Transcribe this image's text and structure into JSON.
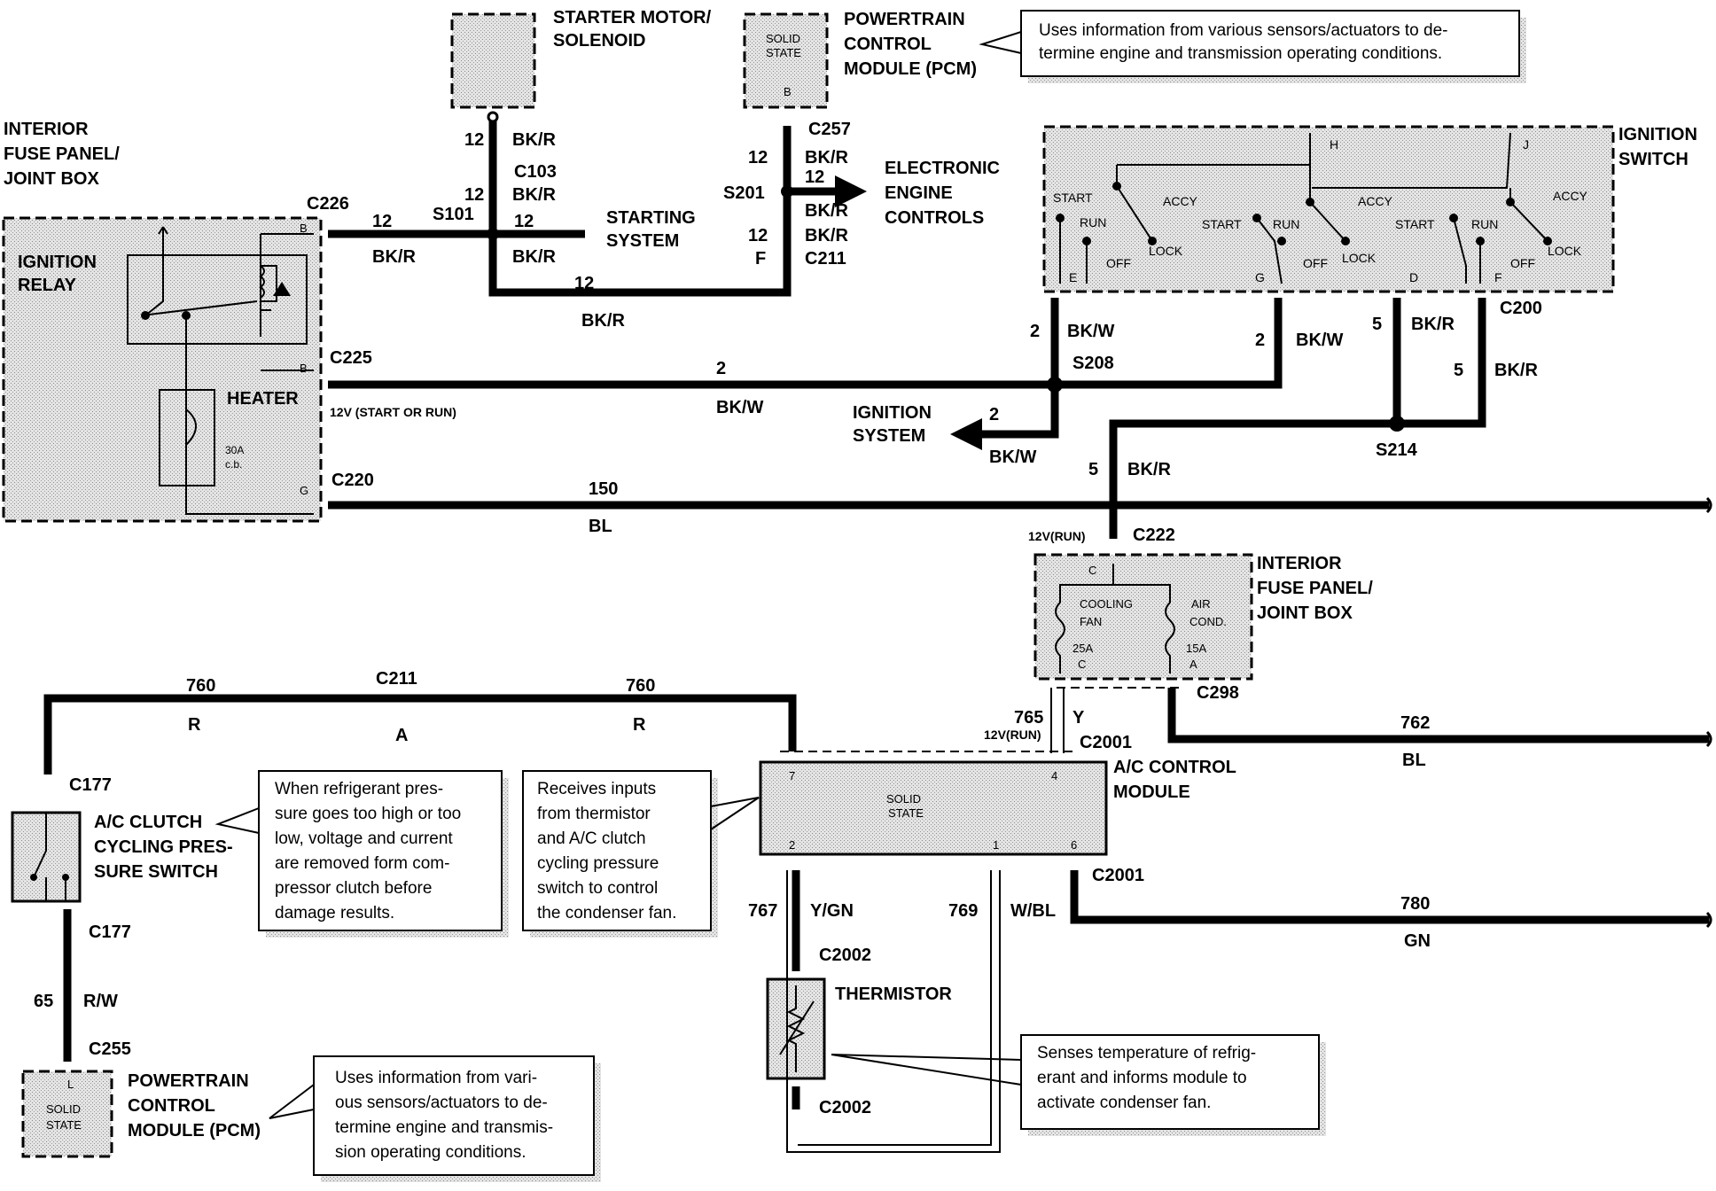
{
  "components": {
    "starter": [
      "STARTER MOTOR/",
      "SOLENOID"
    ],
    "pcm_top": [
      "POWERTRAIN",
      "CONTROL",
      "MODULE (PCM)"
    ],
    "pcm_top_inner": [
      "SOLID",
      "STATE",
      "B"
    ],
    "interior_fuse_top": [
      "INTERIOR",
      "FUSE PANEL/",
      "JOINT BOX"
    ],
    "ignition_relay": [
      "IGNITION",
      "RELAY"
    ],
    "heater": "HEATER",
    "cb_30a": [
      "30A",
      "c.b."
    ],
    "starting_system": [
      "STARTING",
      "SYSTEM"
    ],
    "electronic_engine": [
      "ELECTRONIC",
      "ENGINE",
      "CONTROLS"
    ],
    "ignition_switch": [
      "IGNITION",
      "SWITCH"
    ],
    "ignition_system": [
      "IGNITION",
      "SYSTEM"
    ],
    "interior_fuse_bottom": [
      "INTERIOR",
      "FUSE PANEL/",
      "JOINT BOX"
    ],
    "ac_control": [
      "A/C CONTROL",
      "MODULE"
    ],
    "ac_control_inner": [
      "SOLID",
      "STATE"
    ],
    "ac_clutch": [
      "A/C CLUTCH",
      "CYCLING PRES-",
      "SURE SWITCH"
    ],
    "thermistor": "THERMISTOR",
    "pcm_bottom": [
      "POWERTRAIN",
      "CONTROL",
      "MODULE (PCM)"
    ],
    "pcm_bottom_inner": [
      "L",
      "SOLID",
      "STATE"
    ],
    "fuse_cooling": [
      "COOLING",
      "FAN",
      "25A",
      "C"
    ],
    "fuse_ac": [
      "AIR",
      "COND.",
      "15A",
      "A"
    ],
    "fuse_c": "C"
  },
  "switch_labels": {
    "start": "START",
    "run": "RUN",
    "accy": "ACCY",
    "off": "OFF",
    "lock": "LOCK",
    "pins": [
      "H",
      "J",
      "E",
      "G",
      "D",
      "F"
    ]
  },
  "connectors": {
    "c226": "C226",
    "c225": "C225",
    "c220": "C220",
    "s101": "S101",
    "c103": "C103",
    "c257": "C257",
    "s201": "S201",
    "c211_top": "C211",
    "f": "F",
    "c200": "C200",
    "s208": "S208",
    "s214": "S214",
    "c222": "C222",
    "c298": "C298",
    "c2001_top": "C2001",
    "c2001_bot": "C2001",
    "c211_mid": "C211",
    "a": "A",
    "c177_top": "C177",
    "c177_bot": "C177",
    "c255": "C255",
    "c2002_top": "C2002",
    "c2002_bot": "C2002",
    "pin_b": "B",
    "pin_b2": "B",
    "pin_g": "G",
    "ac_pins": [
      "7",
      "4",
      "2",
      "1",
      "6"
    ]
  },
  "wires": {
    "w12": "12",
    "bkr": "BK/R",
    "w2": "2",
    "bkw": "BK/W",
    "w5": "5",
    "w150": "150",
    "bl": "BL",
    "w760": "760",
    "r": "R",
    "w765": "765",
    "y": "Y",
    "w762": "762",
    "w767": "767",
    "ygn": "Y/GN",
    "w769": "769",
    "wbl": "W/BL",
    "w780": "780",
    "gn": "GN",
    "w65": "65",
    "rw": "R/W",
    "v12_start_run": "12V (START OR RUN)",
    "v12_run": "12V(RUN)",
    "v12_run2": "12V(RUN)"
  },
  "notes": {
    "pcm_top": [
      "Uses information from various sensors/actuators to de-",
      "termine engine and transmission operating conditions."
    ],
    "ac_clutch": [
      "When refrigerant pres-",
      "sure goes too high or too",
      "low, voltage and current",
      "are removed form com-",
      "pressor clutch before",
      "damage results."
    ],
    "ac_control": [
      "Receives inputs",
      "from thermistor",
      "and A/C clutch",
      "cycling pressure",
      "switch to control",
      "the condenser fan."
    ],
    "thermistor": [
      "Senses temperature of refrig-",
      "erant and informs module to",
      "activate condenser fan."
    ],
    "pcm_bottom": [
      "Uses information from vari-",
      "ous sensors/actuators to de-",
      "termine engine and transmis-",
      "sion operating conditions."
    ]
  }
}
